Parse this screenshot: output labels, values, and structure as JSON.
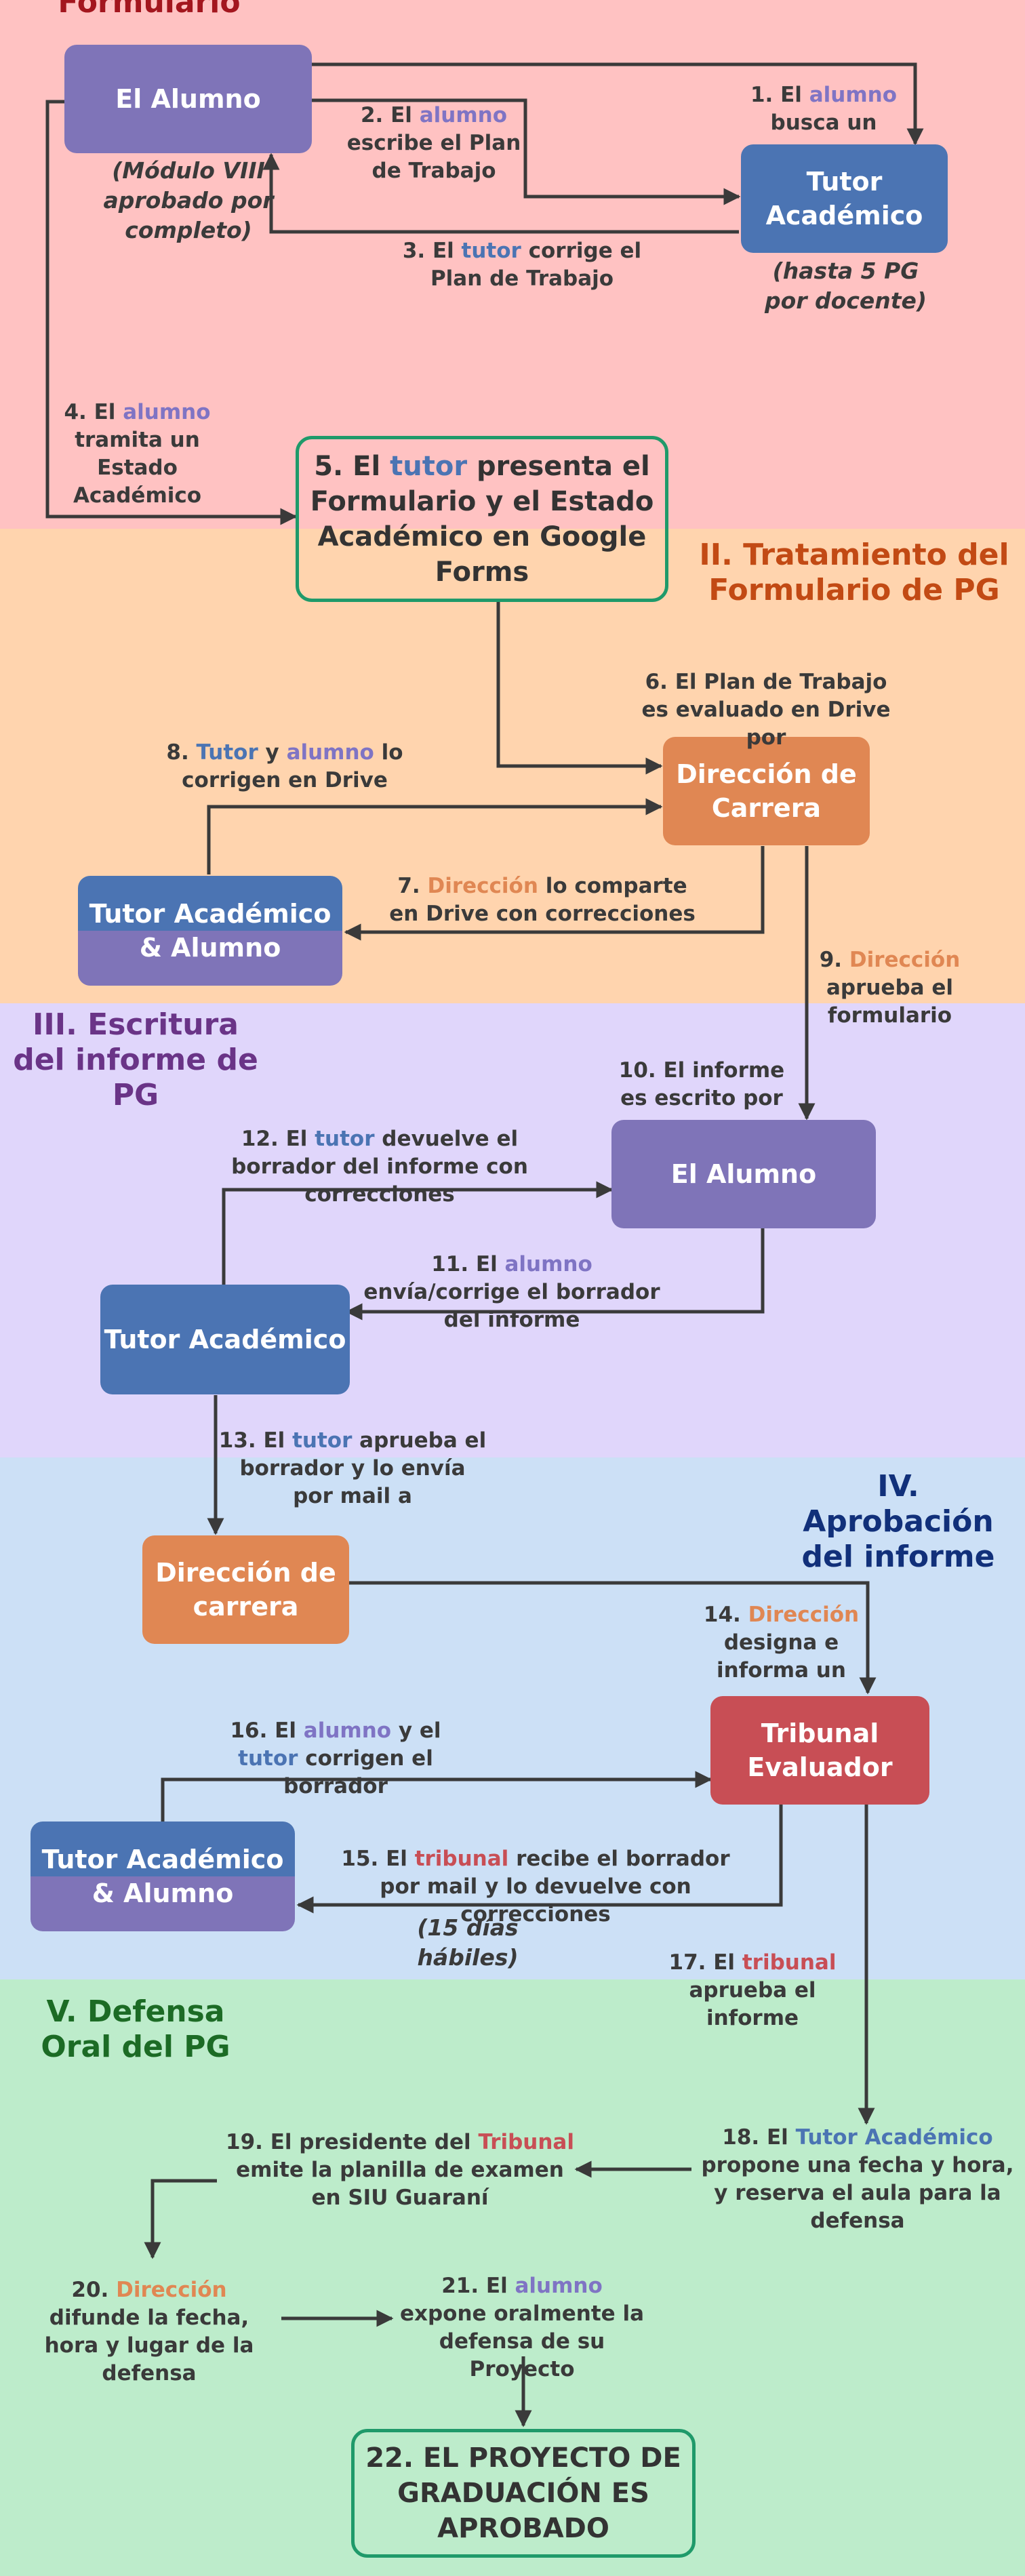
{
  "sections": {
    "s1": "Formulario",
    "s2": "II. Tratamiento del Formulario de PG",
    "s3": "III. Escritura del informe de PG",
    "s4": "IV. Aprobación del informe",
    "s5": "V. Defensa Oral del PG"
  },
  "nodes": {
    "alumno1": "El Alumno",
    "tutor1": "Tutor Académico",
    "tutor1_note": "(hasta 5 PG por docente)",
    "alumno1_note": "(Módulo VIII aprobado por completo)",
    "form": [
      "5. El ",
      "tutor",
      " presenta el Formulario y el Estado Académico en Google Forms"
    ],
    "direccion1": "Dirección de Carrera",
    "pair1_top": "Tutor Académico",
    "pair1_bot": "& Alumno",
    "alumno2": "El Alumno",
    "tutor2": "Tutor Académico",
    "direccion2": "Dirección de carrera",
    "tribunal": "Tribunal Evaluador",
    "pair2_top": "Tutor Académico",
    "pair2_bot": "& Alumno",
    "final": "22. EL PROYECTO DE GRADUACIÓN ES APROBADO"
  },
  "labels": {
    "l1": [
      "1. El ",
      "alumno",
      " busca un"
    ],
    "l2": [
      "2. El ",
      "alumno",
      " escribe el Plan de Trabajo"
    ],
    "l3": [
      "3. El ",
      "tutor",
      " corrige el Plan de Trabajo"
    ],
    "l4": [
      "4. El ",
      "alumno",
      " tramita un Estado Académico"
    ],
    "l6": "6. El Plan de Trabajo es evaluado en Drive por",
    "l7": [
      "7. ",
      "Dirección",
      " lo comparte en Drive con correcciones"
    ],
    "l8": [
      "8. ",
      "Tutor",
      " y ",
      "alumno",
      " lo corrigen en Drive"
    ],
    "l9": [
      "9. ",
      "Dirección",
      " aprueba el formulario"
    ],
    "l10": "10. El informe es escrito por",
    "l11": [
      "11. El ",
      "alumno",
      " envía/corrige el borrador del informe"
    ],
    "l12": [
      "12. El ",
      "tutor",
      " devuelve el borrador del informe con correcciones"
    ],
    "l13": [
      "13. El ",
      "tutor",
      " aprueba el borrador y lo envía por mail a"
    ],
    "l14": [
      "14. ",
      "Dirección",
      " designa e informa un"
    ],
    "l15": [
      "15. El ",
      "tribunal",
      " recibe el borrador por mail y lo devuelve con correcciones"
    ],
    "l15_note": "(15 días hábiles)",
    "l16": [
      "16. El ",
      "alumno",
      " y el ",
      "tutor",
      " corrigen el borrador"
    ],
    "l17": [
      "17. El ",
      "tribunal",
      " aprueba el informe"
    ],
    "l18": [
      "18. El ",
      "Tutor Académico",
      " propone una fecha y hora, y reserva el aula para la defensa"
    ],
    "l19": [
      "19. El presidente del ",
      "Tribunal",
      " emite la planilla de examen en SIU Guaraní"
    ],
    "l20": [
      "20. ",
      "Dirección",
      " difunde la fecha, hora y lugar de la defensa"
    ],
    "l21": [
      "21. El ",
      "alumno",
      " expone oralmente la defensa de su Proyecto"
    ]
  },
  "colors": {
    "alumno": "#7f74c4",
    "tutor": "#4b74b3",
    "direccion": "#e08753",
    "tribunal": "#c84e55",
    "band1": "#ffc2c2",
    "band2": "#ffd4ae",
    "band3": "#e0d6fb",
    "band4": "#cce0f6",
    "band5": "#bdeccb"
  }
}
